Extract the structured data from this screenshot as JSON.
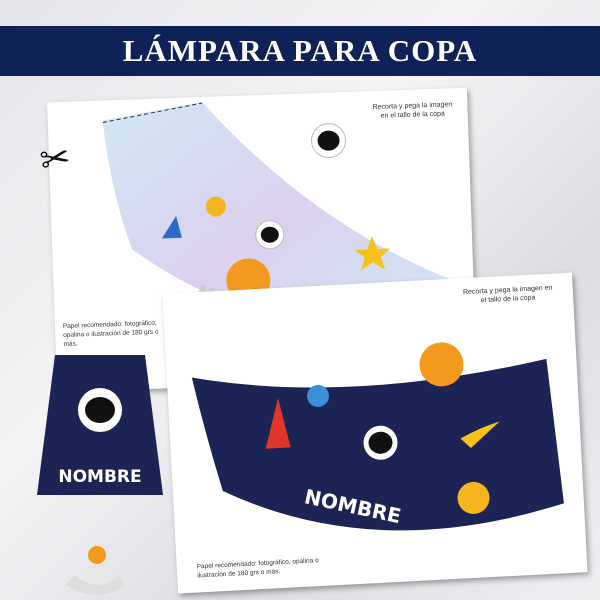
{
  "title": "LÁMPARA PARA COPA",
  "sheet1": {
    "note": "Recorta y pega la imagen en el tallo de la copa",
    "paper": "Papel recomendado: fotográfico, opalina o ilustración de 180 grs o más.",
    "name": "NOMBRE"
  },
  "sheet2": {
    "note": "Recorta y pega la imagen en el tallo de la copa",
    "paper": "Papel recomendado: fotográfico, opalina o ilustración de 180 grs o más.",
    "name": "NOMBRE"
  },
  "lamp": {
    "name": "NOMBRE"
  },
  "colors": {
    "banner": "#0f2257",
    "night": "#1c2456"
  }
}
